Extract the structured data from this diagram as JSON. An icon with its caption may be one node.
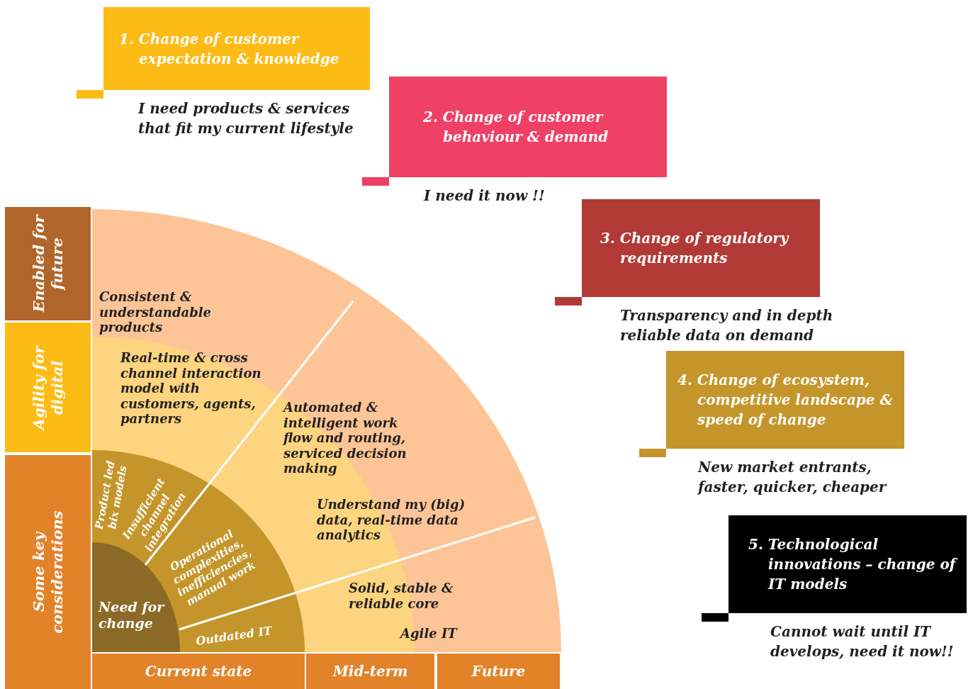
{
  "diagram": {
    "nodes": [
      {
        "text": [
          "1. Change of customer expectation & knowledge"
        ],
        "beside": [
          "I need products & services that fit my current lifestyle"
        ]
      },
      {
        "text": [
          "2. Change of customer behaviour & demand"
        ],
        "beside": [
          "I need it now !!"
        ]
      },
      {
        "text": [
          "3. Change of regulatory requirements"
        ],
        "beside": [
          "Transparency and in depth reliable data on demand"
        ]
      },
      {
        "text": [
          "4. Change of ecosystem, competitive landscape & speed of change"
        ],
        "beside": [
          "New market entrants, faster, quicker, cheaper"
        ]
      },
      {
        "text": [
          "5. Technological innovations – change of IT models"
        ],
        "beside": [
          "Cannot wait until IT develops, need it now!!"
        ]
      },
      {
        "text": [
          "Enabled for future"
        ]
      },
      {
        "text": [
          "Agility for digital"
        ]
      },
      {
        "text": [
          "Some key considerations"
        ]
      },
      {
        "text": [
          "Current state"
        ]
      },
      {
        "text": [
          "Mid-term"
        ]
      },
      {
        "text": [
          "Future"
        ]
      }
    ],
    "labels": [
      "Consistent & understandable products",
      "Real-time & cross channel interaction model with customers, agents, partners",
      "Automated & intelligent work flow and routing, serviced decision making",
      "Understand my (big) data, real-time data analytics",
      "Solid, stable & reliable core",
      "Agile IT",
      "Product led bix models",
      "Insufficient channel integration",
      "Operational complexities, inefficiencies, manual work",
      "Need for change",
      "Outdated IT"
    ]
  }
}
